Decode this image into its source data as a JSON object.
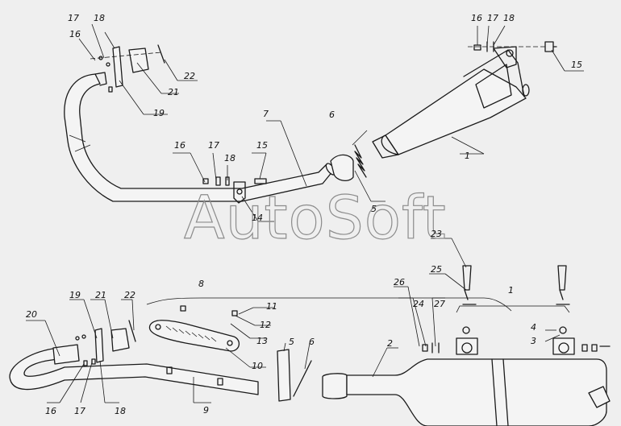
{
  "watermark": "AutoSoft",
  "callouts": [
    {
      "id": "c1a",
      "label": "1"
    },
    {
      "id": "c1b",
      "label": "1"
    },
    {
      "id": "c2",
      "label": "2"
    },
    {
      "id": "c3",
      "label": "3"
    },
    {
      "id": "c4",
      "label": "4"
    },
    {
      "id": "c5a",
      "label": "5"
    },
    {
      "id": "c5b",
      "label": "5"
    },
    {
      "id": "c6a",
      "label": "6"
    },
    {
      "id": "c6b",
      "label": "6"
    },
    {
      "id": "c7",
      "label": "7"
    },
    {
      "id": "c8",
      "label": "8"
    },
    {
      "id": "c9",
      "label": "9"
    },
    {
      "id": "c10",
      "label": "10"
    },
    {
      "id": "c11",
      "label": "11"
    },
    {
      "id": "c12",
      "label": "12"
    },
    {
      "id": "c13",
      "label": "13"
    },
    {
      "id": "c14",
      "label": "14"
    },
    {
      "id": "c15a",
      "label": "15"
    },
    {
      "id": "c15b",
      "label": "15"
    },
    {
      "id": "c16a",
      "label": "16"
    },
    {
      "id": "c16b",
      "label": "16"
    },
    {
      "id": "c16c",
      "label": "16"
    },
    {
      "id": "c16d",
      "label": "16"
    },
    {
      "id": "c17a",
      "label": "17"
    },
    {
      "id": "c17b",
      "label": "17"
    },
    {
      "id": "c17c",
      "label": "17"
    },
    {
      "id": "c17d",
      "label": "17"
    },
    {
      "id": "c18a",
      "label": "18"
    },
    {
      "id": "c18b",
      "label": "18"
    },
    {
      "id": "c18c",
      "label": "18"
    },
    {
      "id": "c18d",
      "label": "18"
    },
    {
      "id": "c19a",
      "label": "19"
    },
    {
      "id": "c19b",
      "label": "19"
    },
    {
      "id": "c20",
      "label": "20"
    },
    {
      "id": "c21a",
      "label": "21"
    },
    {
      "id": "c21b",
      "label": "21"
    },
    {
      "id": "c22a",
      "label": "22"
    },
    {
      "id": "c22b",
      "label": "22"
    },
    {
      "id": "c23",
      "label": "23"
    },
    {
      "id": "c24",
      "label": "24"
    },
    {
      "id": "c25",
      "label": "25"
    },
    {
      "id": "c26",
      "label": "26"
    },
    {
      "id": "c27",
      "label": "27"
    }
  ]
}
